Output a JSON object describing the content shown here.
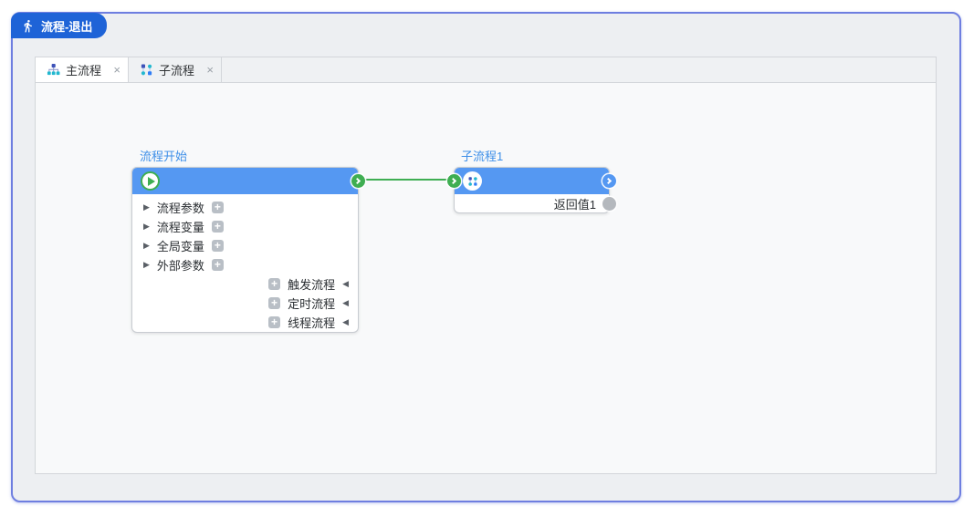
{
  "badge": {
    "label": "流程-退出",
    "icon": "walking-person-icon"
  },
  "tabs": [
    {
      "label": "主流程",
      "icon": "main-flow-icon",
      "active": true
    },
    {
      "label": "子流程",
      "icon": "sub-flow-icon",
      "active": false
    }
  ],
  "canvas": {
    "start_node": {
      "title": "流程开始",
      "header_icon": "play-icon",
      "left_rows": [
        "流程参数",
        "流程变量",
        "全局变量",
        "外部参数"
      ],
      "right_rows": [
        "触发流程",
        "定时流程",
        "线程流程"
      ]
    },
    "sub_node": {
      "title": "子流程1",
      "header_icon": "sub-flow-icon",
      "output_label": "返回值1"
    }
  },
  "icons": {
    "expand_glyph": "▶",
    "collapse_glyph": "◀",
    "plus_glyph": "+",
    "close_glyph": "×"
  },
  "colors": {
    "frame_border": "#6e7ee0",
    "badge_blue": "#1e63d7",
    "node_header_blue": "#5598f2",
    "node_title_blue": "#3e8fe8",
    "connector_green": "#3fae52",
    "port_gray": "#b4b8bd",
    "canvas_bg": "#f8f9fa"
  }
}
